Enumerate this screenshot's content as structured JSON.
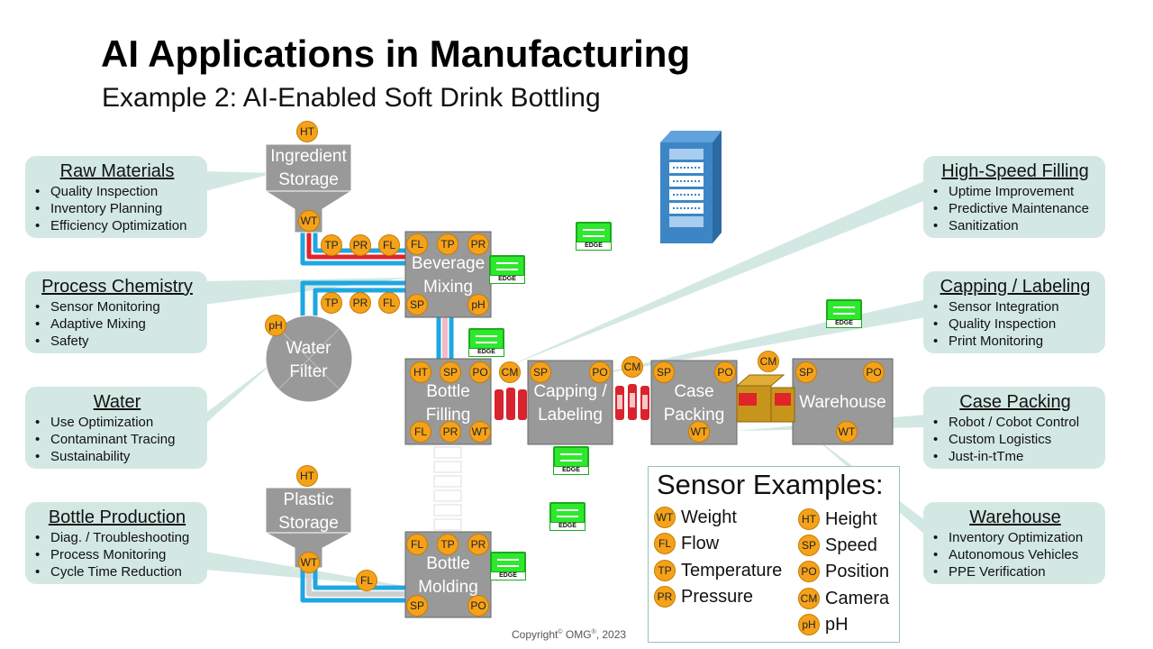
{
  "title": "AI Applications in Manufacturing",
  "subtitle": "Example 2: AI-Enabled Soft Drink Bottling",
  "callouts": {
    "raw_materials": {
      "heading": "Raw Materials",
      "items": [
        "Quality Inspection",
        "Inventory Planning",
        "Efficiency Optimization"
      ]
    },
    "process_chemistry": {
      "heading": "Process Chemistry",
      "items": [
        "Sensor Monitoring",
        "Adaptive Mixing",
        "Safety"
      ]
    },
    "water": {
      "heading": "Water",
      "items": [
        "Use Optimization",
        "Contaminant Tracing",
        "Sustainability"
      ]
    },
    "bottle_production": {
      "heading": "Bottle Production",
      "items": [
        "Diag. / Troubleshooting",
        "Process Monitoring",
        "Cycle Time Reduction"
      ]
    },
    "high_speed_filling": {
      "heading": "High-Speed Filling",
      "items": [
        "Uptime Improvement",
        "Predictive Maintenance",
        "Sanitization"
      ]
    },
    "capping_labeling": {
      "heading": "Capping / Labeling",
      "items": [
        "Sensor Integration",
        "Quality Inspection",
        "Print Monitoring"
      ]
    },
    "case_packing": {
      "heading": "Case Packing",
      "items": [
        "Robot  / Cobot Control",
        "Custom Logistics",
        "Just-in-tTme"
      ]
    },
    "warehouse": {
      "heading": "Warehouse",
      "items": [
        "Inventory Optimization",
        "Autonomous Vehicles",
        "PPE Verification"
      ]
    }
  },
  "stations": {
    "ingredient_storage": [
      "Ingredient",
      "Storage"
    ],
    "beverage_mixing": [
      "Beverage",
      "Mixing"
    ],
    "water_filter": [
      "Water",
      "Filter"
    ],
    "bottle_filling": [
      "Bottle",
      "Filling"
    ],
    "capping_labeling": [
      "Capping /",
      "Labeling"
    ],
    "case_packing": [
      "Case",
      "Packing"
    ],
    "warehouse": "Warehouse",
    "plastic_storage": [
      "Plastic",
      "Storage"
    ],
    "bottle_molding": [
      "Bottle",
      "Molding"
    ]
  },
  "badges": {
    "ingredient_top": "HT",
    "ingredient_bottom": "WT",
    "pipe_top": [
      "TP",
      "PR",
      "FL"
    ],
    "pipe_mid": [
      "TP",
      "PR",
      "FL"
    ],
    "mixing_top": [
      "FL",
      "TP",
      "PR"
    ],
    "mixing_bottom": [
      "SP",
      "pH"
    ],
    "water_ph": "pH",
    "filling_top": [
      "HT",
      "SP",
      "PO",
      "CM"
    ],
    "filling_bottom": [
      "FL",
      "PR",
      "WT"
    ],
    "capping_top": [
      "SP",
      "PO"
    ],
    "capping_cm": "CM",
    "packing_top": [
      "SP",
      "PO"
    ],
    "packing_bottom": "WT",
    "packing_cm": "CM",
    "warehouse_top": [
      "SP",
      "PO"
    ],
    "warehouse_bottom": "WT",
    "plastic_top": "HT",
    "plastic_bottom": "WT",
    "plastic_pipe": "FL",
    "molding_top": [
      "FL",
      "TP",
      "PR"
    ],
    "molding_bottom": [
      "SP",
      "PO"
    ]
  },
  "edge_label": "EDGE",
  "legend": {
    "title": "Sensor Examples:",
    "items": [
      {
        "code": "WT",
        "label": "Weight"
      },
      {
        "code": "FL",
        "label": "Flow"
      },
      {
        "code": "TP",
        "label": "Temperature"
      },
      {
        "code": "PR",
        "label": "Pressure"
      },
      {
        "code": "HT",
        "label": "Height"
      },
      {
        "code": "SP",
        "label": "Speed"
      },
      {
        "code": "PO",
        "label": "Position"
      },
      {
        "code": "CM",
        "label": "Camera"
      },
      {
        "code": "pH",
        "label": "pH"
      }
    ]
  },
  "copyright": {
    "text1": "Copyright",
    "sup1": "©",
    "text2": " OMG",
    "sup2": "®",
    "text3": ", 2023"
  },
  "colors": {
    "callout_bg": "#d3e8e3",
    "station_gray": "#999999",
    "pipe_blue": "#1ea7e1",
    "pipe_red": "#e0242a",
    "badge_orange": "#f5a21a",
    "edge_green": "#2ee82e",
    "server_blue": "#3d86c6"
  }
}
